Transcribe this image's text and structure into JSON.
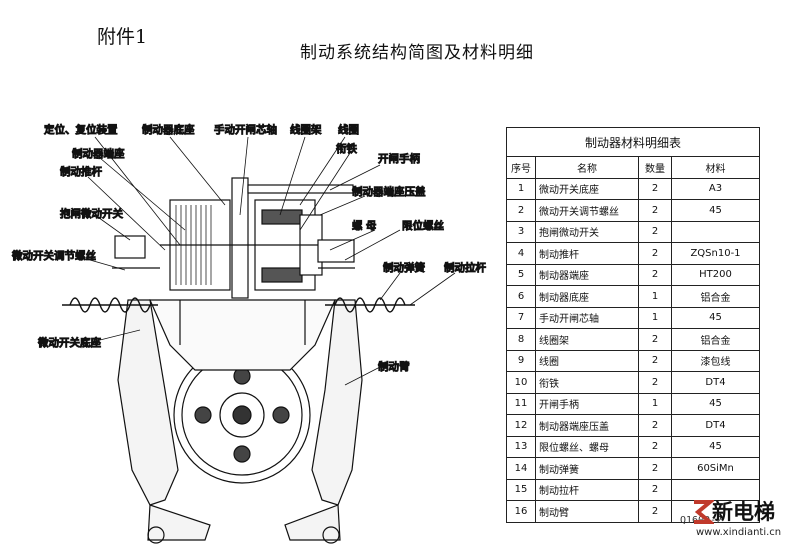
{
  "header": {
    "attachment": "附件1",
    "title": "制动系统结构简图及材料明细"
  },
  "labels": {
    "reset_device": "定位、复位装置",
    "brake_base": "制动器底座",
    "manual_shaft": "手动开闸芯轴",
    "coil_frame": "线圈架",
    "coil": "线圈",
    "end_seat": "制动器端座",
    "armature": "衔铁",
    "release_handle": "开闸手柄",
    "push_rod": "制动推杆",
    "end_cover": "制动器端座压盖",
    "hold_switch": "抱闸微动开关",
    "nut": "螺 母",
    "limit_screw": "限位螺丝",
    "adjust_screw": "微动开关调节螺丝",
    "spring": "制动弹簧",
    "pull_rod": "制动拉杆",
    "switch_base": "微动开关底座",
    "brake_arm": "制动臂"
  },
  "table": {
    "caption": "制动器材料明细表",
    "headers": [
      "序号",
      "名称",
      "数量",
      "材料"
    ],
    "rows": [
      [
        "1",
        "微动开关底座",
        "2",
        "A3"
      ],
      [
        "2",
        "微动开关调节螺丝",
        "2",
        "45"
      ],
      [
        "3",
        "抱闸微动开关",
        "2",
        ""
      ],
      [
        "4",
        "制动推杆",
        "2",
        "ZQSn10-1"
      ],
      [
        "5",
        "制动器端座",
        "2",
        "HT200"
      ],
      [
        "6",
        "制动器底座",
        "1",
        "铝合金"
      ],
      [
        "7",
        "手动开闸芯轴",
        "1",
        "45"
      ],
      [
        "8",
        "线圈架",
        "2",
        "铝合金"
      ],
      [
        "9",
        "线圈",
        "2",
        "漆包线"
      ],
      [
        "10",
        "衔铁",
        "2",
        "DT4"
      ],
      [
        "11",
        "开闸手柄",
        "1",
        "45"
      ],
      [
        "12",
        "制动器端座压盖",
        "2",
        "DT4"
      ],
      [
        "13",
        "限位螺丝、螺母",
        "2",
        "45"
      ],
      [
        "14",
        "制动弹簧",
        "2",
        "60SiMn"
      ],
      [
        "15",
        "制动拉杆",
        "2",
        ""
      ],
      [
        "16",
        "制动臂",
        "2",
        ""
      ]
    ]
  },
  "drawing_code": "Q1600-2",
  "watermark": {
    "brand": "新电梯",
    "url": "www.xindianti.cn",
    "color": "#c0392b"
  }
}
